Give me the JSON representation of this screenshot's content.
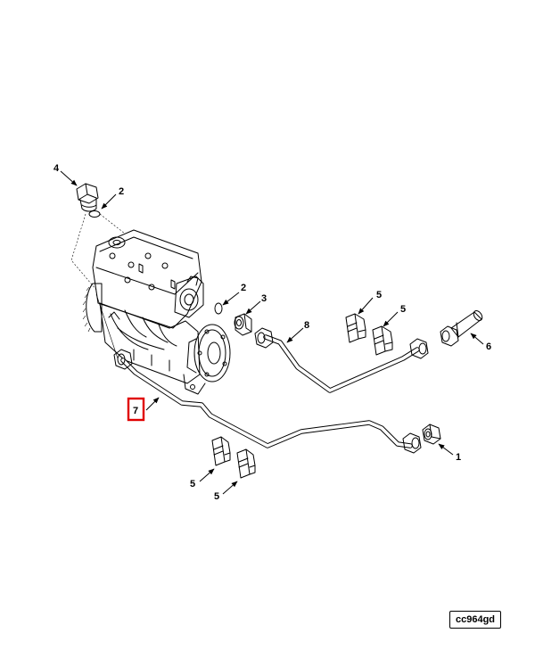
{
  "callouts": {
    "c4": "4",
    "c2a": "2",
    "c2b": "2",
    "c3": "3",
    "c8": "8",
    "c5a": "5",
    "c5b": "5",
    "c6": "6",
    "c7": "7",
    "c1": "1",
    "c5c": "5",
    "c5d": "5"
  },
  "reference_code": "cc964gd",
  "colors": {
    "line": "#000000",
    "highlight": "#e00000",
    "background": "#ffffff"
  }
}
